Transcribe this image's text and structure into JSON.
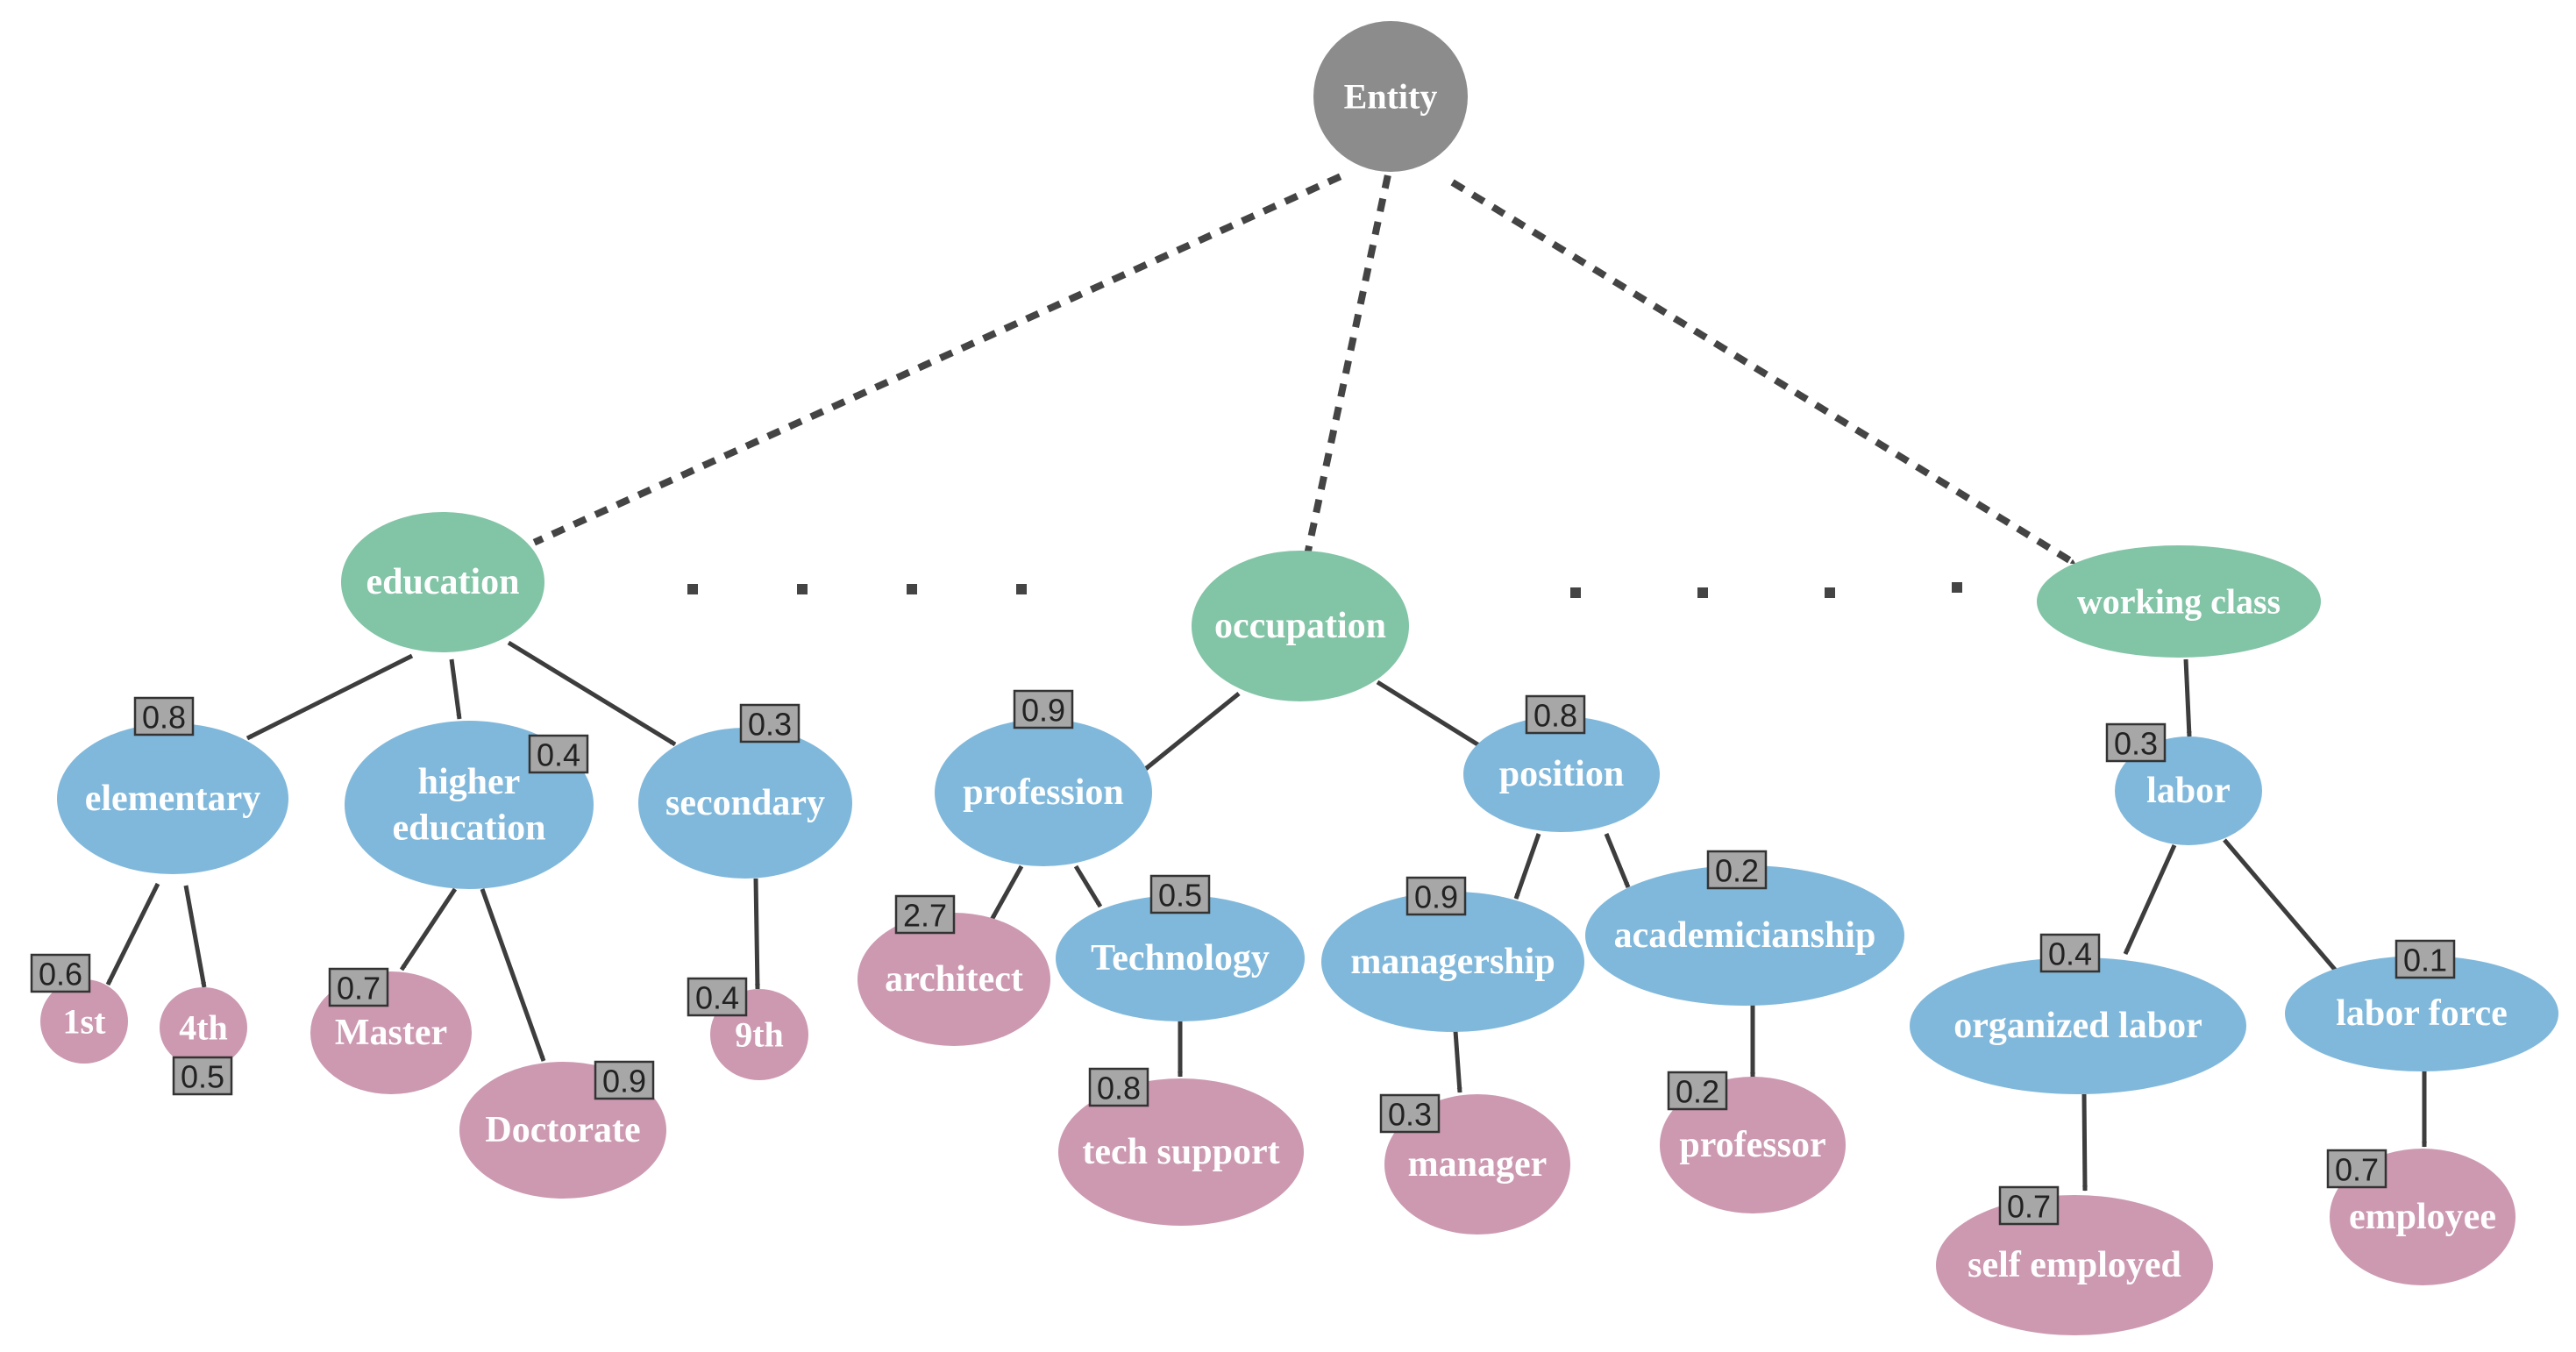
{
  "colors": {
    "root": "#8c8c8c",
    "category": "#82c4a6",
    "concept": "#80b8db",
    "instance": "#cc99b1",
    "edge": "#3d3d3d",
    "score_box": "#a7a7a7",
    "label_text": "#ffffff",
    "instance_label_dim": "#f2dce6"
  },
  "nodes": [
    {
      "id": "entity",
      "lines": [
        "Entity"
      ],
      "kind": "root"
    },
    {
      "id": "education",
      "lines": [
        "education"
      ],
      "kind": "category"
    },
    {
      "id": "occupation",
      "lines": [
        "occupation"
      ],
      "kind": "category"
    },
    {
      "id": "working-class",
      "lines": [
        "working class"
      ],
      "kind": "category"
    },
    {
      "id": "elementary",
      "lines": [
        "elementary"
      ],
      "kind": "concept"
    },
    {
      "id": "higher-education",
      "lines": [
        "higher",
        "education"
      ],
      "kind": "concept"
    },
    {
      "id": "secondary",
      "lines": [
        "secondary"
      ],
      "kind": "concept"
    },
    {
      "id": "profession",
      "lines": [
        "profession"
      ],
      "kind": "concept"
    },
    {
      "id": "position",
      "lines": [
        "position"
      ],
      "kind": "concept"
    },
    {
      "id": "technology",
      "lines": [
        "Technology"
      ],
      "kind": "concept"
    },
    {
      "id": "managership",
      "lines": [
        "managership"
      ],
      "kind": "concept"
    },
    {
      "id": "academicianship",
      "lines": [
        "academicianship"
      ],
      "kind": "concept"
    },
    {
      "id": "labor",
      "lines": [
        "labor"
      ],
      "kind": "concept"
    },
    {
      "id": "organized-labor",
      "lines": [
        "organized labor"
      ],
      "kind": "concept"
    },
    {
      "id": "labor-force",
      "lines": [
        "labor force"
      ],
      "kind": "concept"
    },
    {
      "id": "1st",
      "lines": [
        "1st"
      ],
      "kind": "instance"
    },
    {
      "id": "4th",
      "lines": [
        "4th"
      ],
      "kind": "instance"
    },
    {
      "id": "master",
      "lines": [
        "Master"
      ],
      "kind": "instance"
    },
    {
      "id": "doctorate",
      "lines": [
        "Doctorate"
      ],
      "kind": "instance"
    },
    {
      "id": "9th",
      "lines": [
        "9th"
      ],
      "kind": "instance"
    },
    {
      "id": "architect",
      "lines": [
        "architect"
      ],
      "kind": "instance"
    },
    {
      "id": "tech-support",
      "lines": [
        "tech support"
      ],
      "kind": "instance"
    },
    {
      "id": "manager",
      "lines": [
        "manager"
      ],
      "kind": "instance"
    },
    {
      "id": "professor",
      "lines": [
        "professor"
      ],
      "kind": "instance",
      "dim": true
    },
    {
      "id": "self-employed",
      "lines": [
        "self employed"
      ],
      "kind": "instance"
    },
    {
      "id": "employee",
      "lines": [
        "employee"
      ],
      "kind": "instance"
    }
  ],
  "edges": [
    {
      "from": "entity",
      "to": "education",
      "style": "dotted"
    },
    {
      "from": "entity",
      "to": "occupation",
      "style": "dotted"
    },
    {
      "from": "entity",
      "to": "working-class",
      "style": "dotted"
    },
    {
      "from": "education",
      "to": "elementary",
      "style": "solid"
    },
    {
      "from": "education",
      "to": "higher-education",
      "style": "solid"
    },
    {
      "from": "education",
      "to": "secondary",
      "style": "solid"
    },
    {
      "from": "occupation",
      "to": "profession",
      "style": "solid"
    },
    {
      "from": "occupation",
      "to": "position",
      "style": "solid"
    },
    {
      "from": "working-class",
      "to": "labor",
      "style": "solid"
    },
    {
      "from": "elementary",
      "to": "1st",
      "style": "solid"
    },
    {
      "from": "elementary",
      "to": "4th",
      "style": "solid"
    },
    {
      "from": "higher-education",
      "to": "master",
      "style": "solid"
    },
    {
      "from": "higher-education",
      "to": "doctorate",
      "style": "solid"
    },
    {
      "from": "secondary",
      "to": "9th",
      "style": "solid"
    },
    {
      "from": "profession",
      "to": "architect",
      "style": "solid"
    },
    {
      "from": "profession",
      "to": "technology",
      "style": "solid"
    },
    {
      "from": "technology",
      "to": "tech-support",
      "style": "solid"
    },
    {
      "from": "position",
      "to": "managership",
      "style": "solid"
    },
    {
      "from": "position",
      "to": "academicianship",
      "style": "solid"
    },
    {
      "from": "managership",
      "to": "manager",
      "style": "solid"
    },
    {
      "from": "academicianship",
      "to": "professor",
      "style": "solid"
    },
    {
      "from": "labor",
      "to": "organized-labor",
      "style": "solid"
    },
    {
      "from": "labor",
      "to": "labor-force",
      "style": "solid"
    },
    {
      "from": "organized-labor",
      "to": "self-employed",
      "style": "solid"
    },
    {
      "from": "labor-force",
      "to": "employee",
      "style": "solid"
    }
  ],
  "scores": [
    {
      "node": "elementary",
      "value": "0.8"
    },
    {
      "node": "higher-education",
      "value": "0.4"
    },
    {
      "node": "secondary",
      "value": "0.3"
    },
    {
      "node": "profession",
      "value": "0.9"
    },
    {
      "node": "position",
      "value": "0.8"
    },
    {
      "node": "technology",
      "value": "0.5"
    },
    {
      "node": "managership",
      "value": "0.9"
    },
    {
      "node": "academicianship",
      "value": "0.2"
    },
    {
      "node": "labor",
      "value": "0.3"
    },
    {
      "node": "organized-labor",
      "value": "0.4"
    },
    {
      "node": "labor-force",
      "value": "0.1"
    },
    {
      "node": "1st",
      "value": "0.6"
    },
    {
      "node": "4th",
      "value": "0.5"
    },
    {
      "node": "master",
      "value": "0.7"
    },
    {
      "node": "doctorate",
      "value": "0.9"
    },
    {
      "node": "9th",
      "value": "0.4"
    },
    {
      "node": "architect",
      "value": "2.7"
    },
    {
      "node": "tech-support",
      "value": "0.8"
    },
    {
      "node": "manager",
      "value": "0.3"
    },
    {
      "node": "professor",
      "value": "0.2"
    },
    {
      "node": "self-employed",
      "value": "0.7"
    },
    {
      "node": "employee",
      "value": "0.7"
    }
  ]
}
